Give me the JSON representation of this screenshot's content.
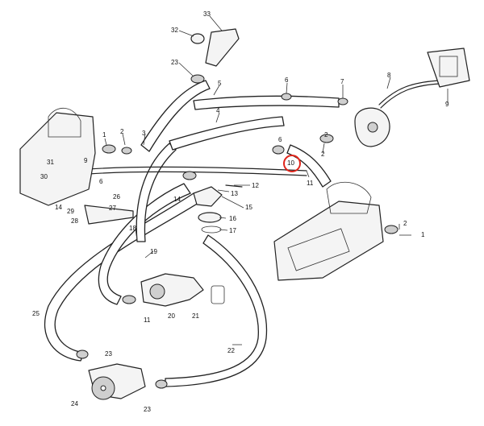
{
  "diagram": {
    "callout_numbers": {
      "n1a": "1",
      "n1b": "1",
      "n2a": "2",
      "n2b": "2",
      "n2c": "2",
      "n3": "3",
      "n4": "4",
      "n5": "5",
      "n6a": "6",
      "n6b": "6",
      "n7": "7",
      "n8": "8",
      "n9a": "9",
      "n9b": "9",
      "n10": "10",
      "n11a": "11",
      "n11b": "11",
      "n12": "12",
      "n13": "13",
      "n14a": "14",
      "n14b": "14",
      "n15": "15",
      "n16": "16",
      "n17": "17",
      "n18": "18",
      "n19": "19",
      "n20": "20",
      "n21": "21",
      "n22": "22",
      "n23a": "23",
      "n23b": "23",
      "n23c": "23",
      "n24": "24",
      "n25": "25",
      "n26": "26",
      "n27": "27",
      "n28": "28",
      "n29": "29",
      "n30": "30",
      "n31": "31",
      "n32": "32",
      "n33": "33"
    },
    "highlighted_callout": "10",
    "highlight_color": "#e0251b"
  }
}
